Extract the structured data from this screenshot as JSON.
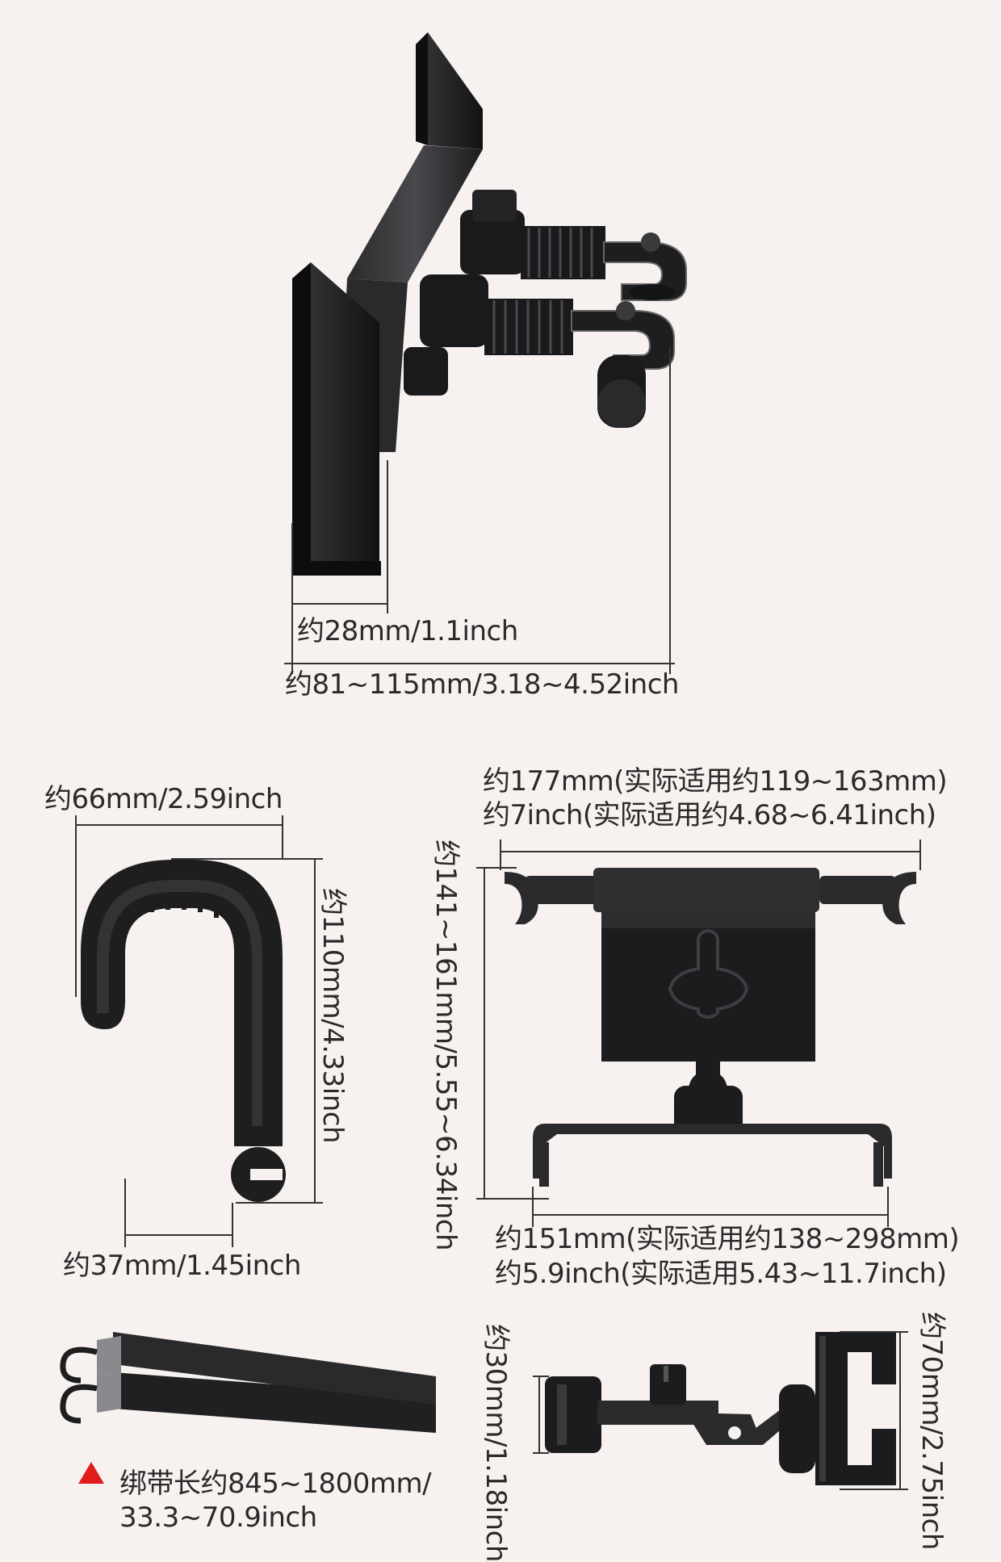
{
  "top": {
    "dim_depth": "约28mm/1.1inch",
    "dim_range": "约81~115mm/3.18~4.52inch"
  },
  "hook": {
    "width": "约66mm/2.59inch",
    "height": "约110mm/4.33inch",
    "inner": "约37mm/1.45inch"
  },
  "bracket": {
    "top_line1": "约177mm(实际适用约119~163mm)",
    "top_line2": "约7inch(实际适用约4.68~6.41inch)",
    "height": "约141~161mm/5.55~6.34inch",
    "bottom_line1": "约151mm(实际适用约138~298mm)",
    "bottom_line2": "约5.9inch(实际适用5.43~11.7inch)"
  },
  "strap": {
    "line1": "绑带长约845~1800mm/",
    "line2": "33.3~70.9inch"
  },
  "clamp": {
    "height": "约30mm/1.18inch",
    "width": "约70mm/2.75inch"
  },
  "colors": {
    "background": "#f7f2f0",
    "product": "#1e1e1e",
    "warning": "#e01c1c"
  }
}
